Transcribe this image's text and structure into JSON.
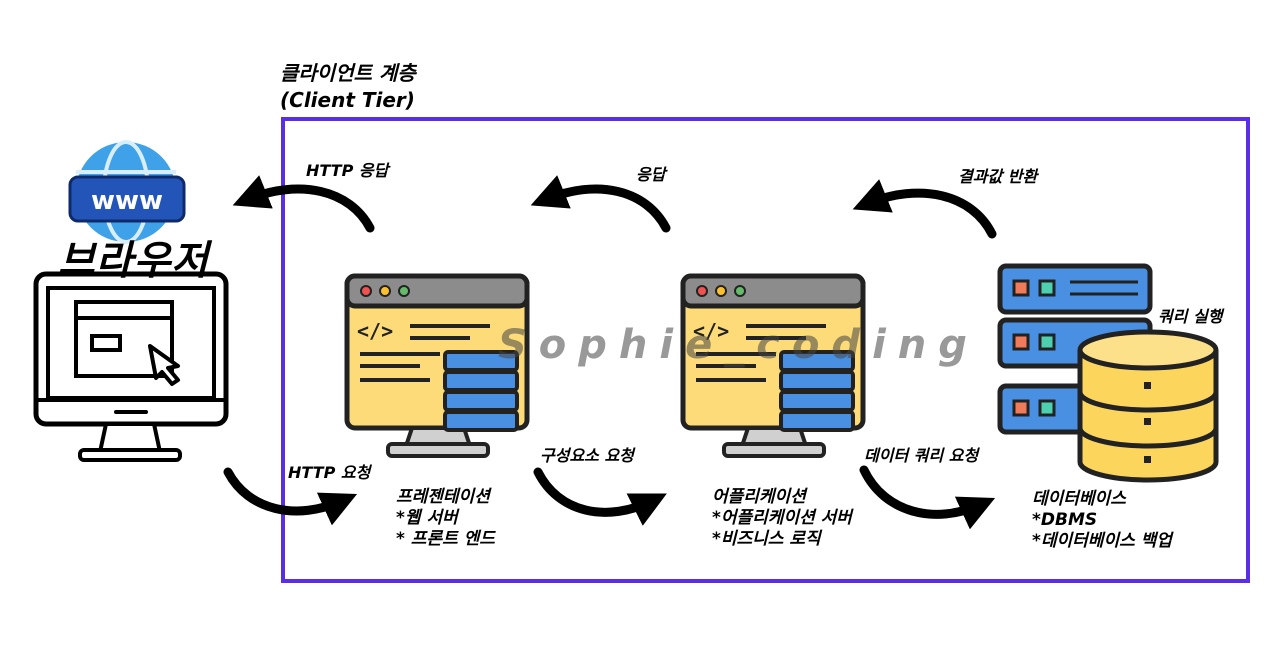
{
  "tier": {
    "title_line1": "클라이언트 계층",
    "title_line2": "(Client Tier)"
  },
  "browser": {
    "label": "브라우저",
    "www_text": "www"
  },
  "watermark": "Sophie_coding",
  "arrows": {
    "http_response": "HTTP 응답",
    "response": "응답",
    "return_result": "결과값 반환",
    "http_request": "HTTP 요청",
    "component_request": "구성요소 요청",
    "db_query_request": "데이터 쿼리 요청",
    "query_execute": "쿼리 실행"
  },
  "presentation": {
    "title": "프레젠테이션",
    "line1": "*웹 서버",
    "line2": "* 프론트 엔드"
  },
  "application": {
    "title": "어플리케이션",
    "line1": "*어플리케이션 서버",
    "line2": "*비즈니스 로직"
  },
  "database": {
    "title": "데이터베이스",
    "line1": "*DBMS",
    "line2": "*데이터베이스 백업"
  },
  "colors": {
    "tier_border": "#5a2de6",
    "monitor_yellow": "#fddb78",
    "server_blue": "#4a90e2",
    "db_yellow": "#fcd65c",
    "globe_blue": "#3fa1e8"
  }
}
